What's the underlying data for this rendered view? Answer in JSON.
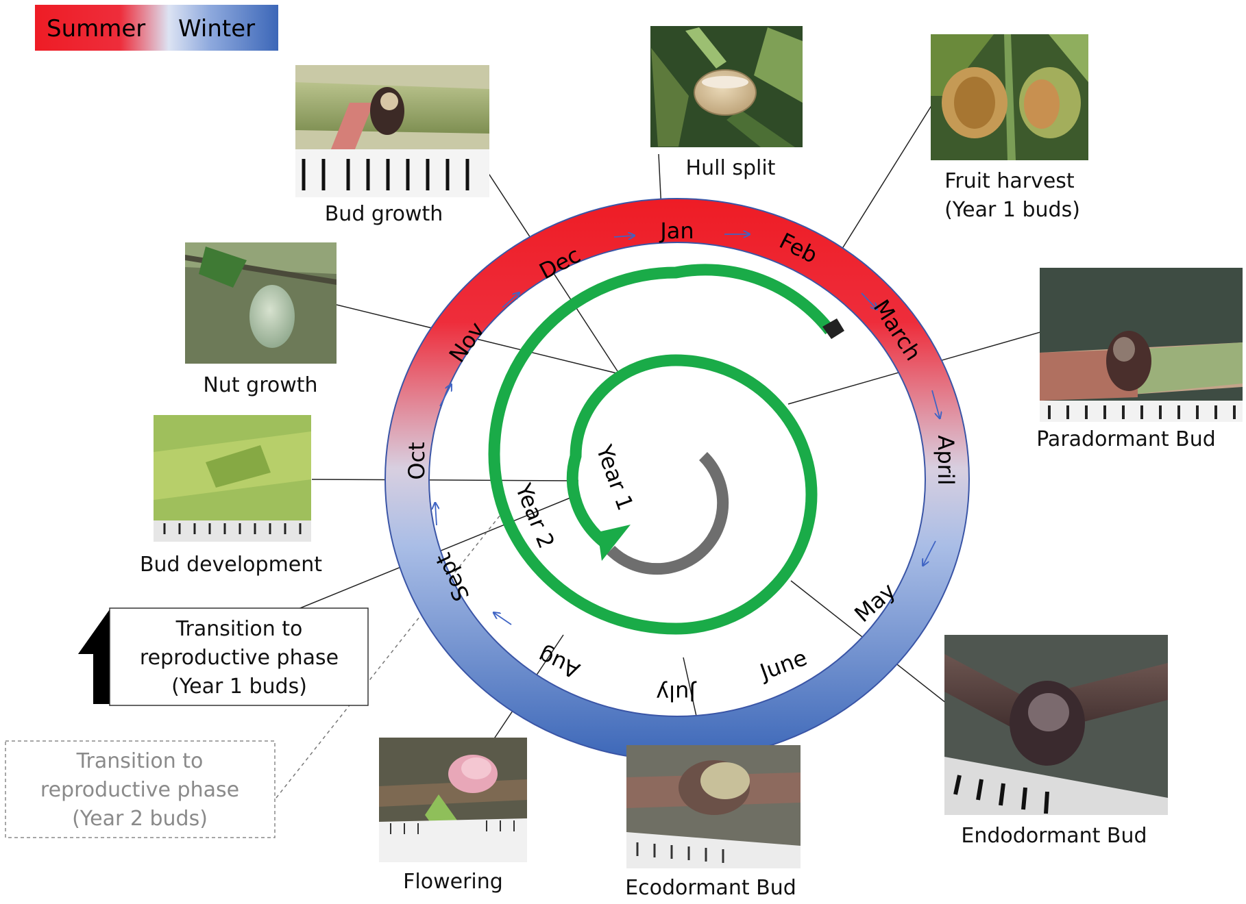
{
  "legend": {
    "summer": "Summer",
    "winter": "Winter",
    "summer_color": "#ee1c25",
    "winter_color": "#3c67b8"
  },
  "months": {
    "jan": "Jan",
    "feb": "Feb",
    "march": "March",
    "april": "April",
    "may": "May",
    "june": "June",
    "july": "July",
    "aug": "Aug",
    "sept": "Sept",
    "oct": "Oct",
    "nov": "Nov",
    "dec": "Dec"
  },
  "spiral": {
    "year1": "Year 1",
    "year2": "Year 2",
    "spiral_color": "#1aab48",
    "year0_color": "#6e6e6e"
  },
  "stages": {
    "hull_split": "Hull split",
    "fruit_harvest_1": "Fruit harvest",
    "fruit_harvest_2": "(Year 1 buds)",
    "paradormant": "Paradormant Bud",
    "endodormant": "Endodormant Bud",
    "ecodormant": "Ecodormant Bud",
    "flowering": "Flowering",
    "bud_development": "Bud development",
    "nut_growth": "Nut growth",
    "bud_growth": "Bud growth"
  },
  "transition_year1": {
    "line1": "Transition to",
    "line2": "reproductive phase",
    "line3": "(Year 1 buds)"
  },
  "transition_year2": {
    "line1": "Transition to",
    "line2": "reproductive phase",
    "line3": "(Year 2 buds)"
  }
}
